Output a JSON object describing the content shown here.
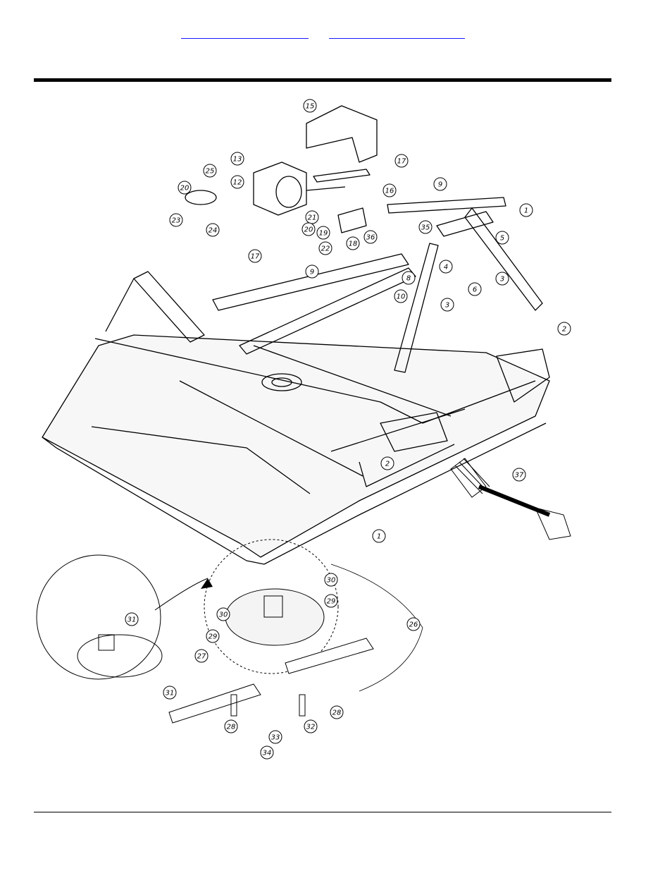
{
  "header": {
    "link_left": "",
    "link_right": ""
  },
  "diagram": {
    "callouts": [
      "15",
      "17",
      "13",
      "25",
      "20",
      "12",
      "23",
      "24",
      "17",
      "21",
      "20",
      "19",
      "22",
      "18",
      "16",
      "36",
      "9",
      "1",
      "35",
      "4",
      "5",
      "6",
      "3",
      "9",
      "8",
      "10",
      "3",
      "2",
      "2",
      "37",
      "1",
      "30",
      "30",
      "29",
      "29",
      "26",
      "31",
      "27",
      "31",
      "28",
      "33",
      "32",
      "34",
      "28"
    ]
  },
  "icons": {
    "detail_arrow": "curved-arrow-icon"
  }
}
